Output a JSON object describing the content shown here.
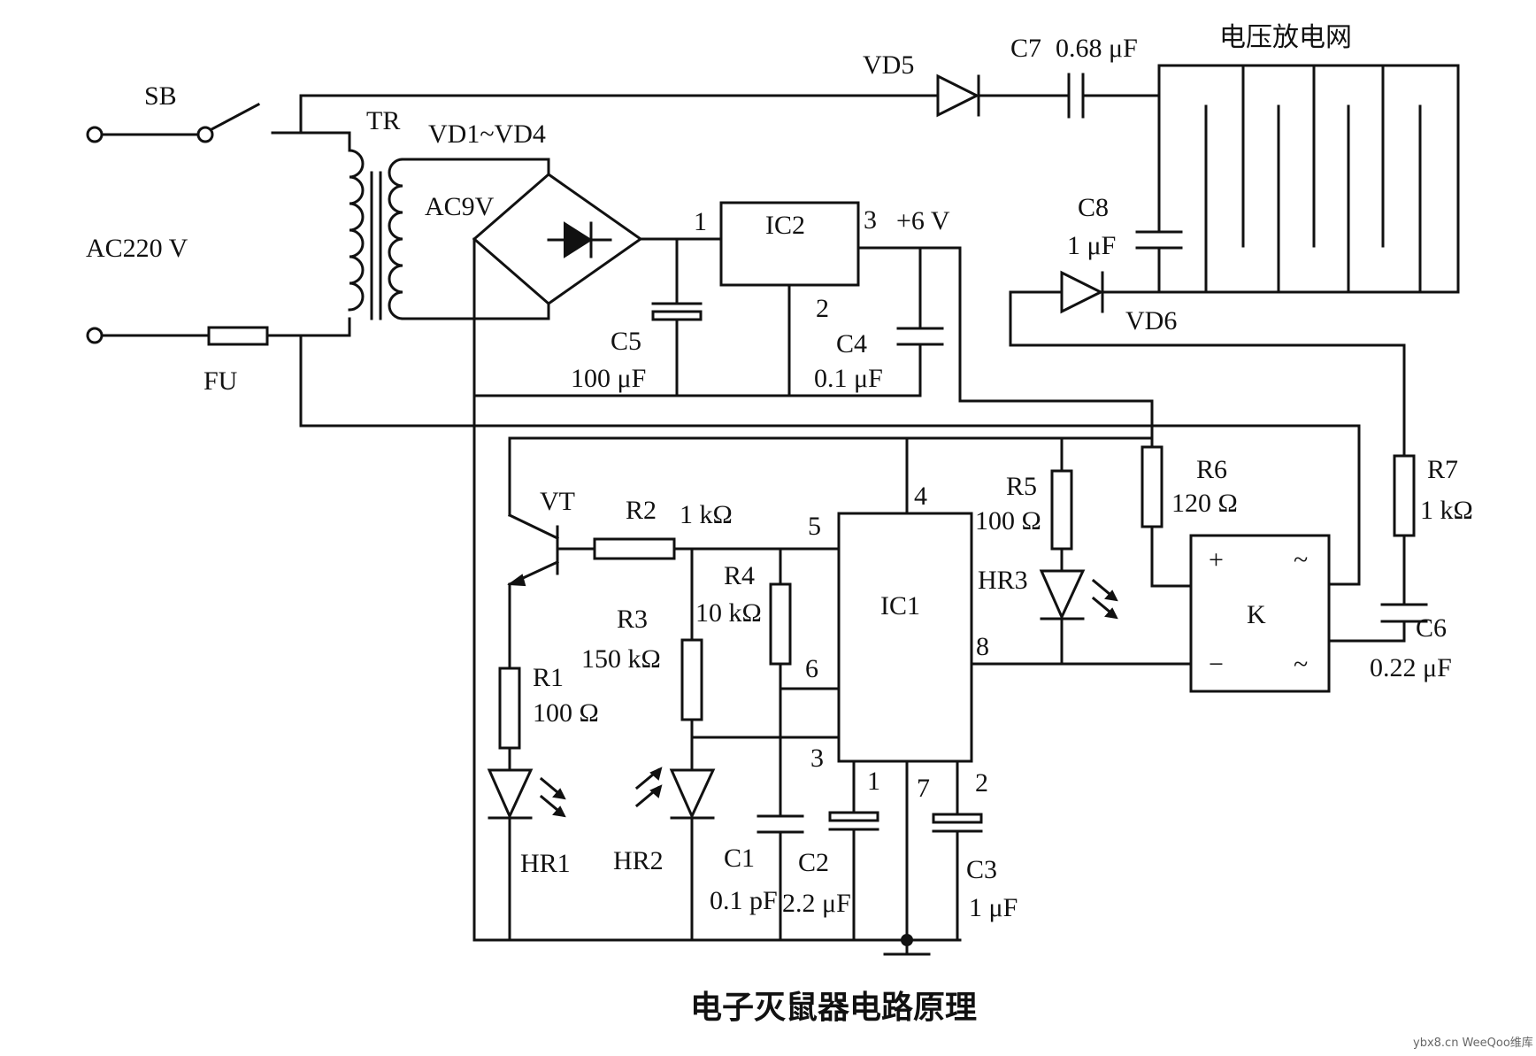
{
  "caption": "电子灭鼠器电路原理",
  "watermark": "ybx8.cn WeeQoo维库",
  "components": {
    "SB": "SB",
    "TR": "TR",
    "AC220": "AC220 V",
    "AC9V": "AC9V",
    "FU": "FU",
    "VD1VD4": "VD1~VD4",
    "VD5": "VD5",
    "VD6": "VD6",
    "C7": "C7",
    "C7v": "0.68 μF",
    "grid": "电压放电网",
    "IC2": "IC2",
    "plus6": "+6 V",
    "C8": "C8",
    "C8v": "1 μF",
    "C5": "C5",
    "C5v": "100 μF",
    "C4": "C4",
    "C4v": "0.1 μF",
    "VT": "VT",
    "R2": "R2",
    "R2v": "1 kΩ",
    "R5": "R5",
    "R5v": "100 Ω",
    "R6": "R6",
    "R6v": "120 Ω",
    "R7": "R7",
    "R7v": "1 kΩ",
    "IC1": "IC1",
    "R4": "R4",
    "R4v": "10 kΩ",
    "R3": "R3",
    "R3v": "150 kΩ",
    "R1": "R1",
    "R1v": "100 Ω",
    "HR1": "HR1",
    "HR2": "HR2",
    "HR3": "HR3",
    "K": "K",
    "C6": "C6",
    "C6v": "0.22 μF",
    "C1": "C1",
    "C1v": "0.1 pF",
    "C2": "C2",
    "C2v": "2.2 μF",
    "C3": "C3",
    "C3v": "1 μF"
  },
  "pins": {
    "ic2_1": "1",
    "ic2_2": "2",
    "ic2_3": "3",
    "ic1_4": "4",
    "ic1_5": "5",
    "ic1_6": "6",
    "ic1_3": "3",
    "ic1_1": "1",
    "ic1_7": "7",
    "ic1_2": "2",
    "ic1_8": "8"
  },
  "relay": {
    "plus": "+",
    "minus": "−",
    "ac1": "~",
    "ac2": "~"
  }
}
